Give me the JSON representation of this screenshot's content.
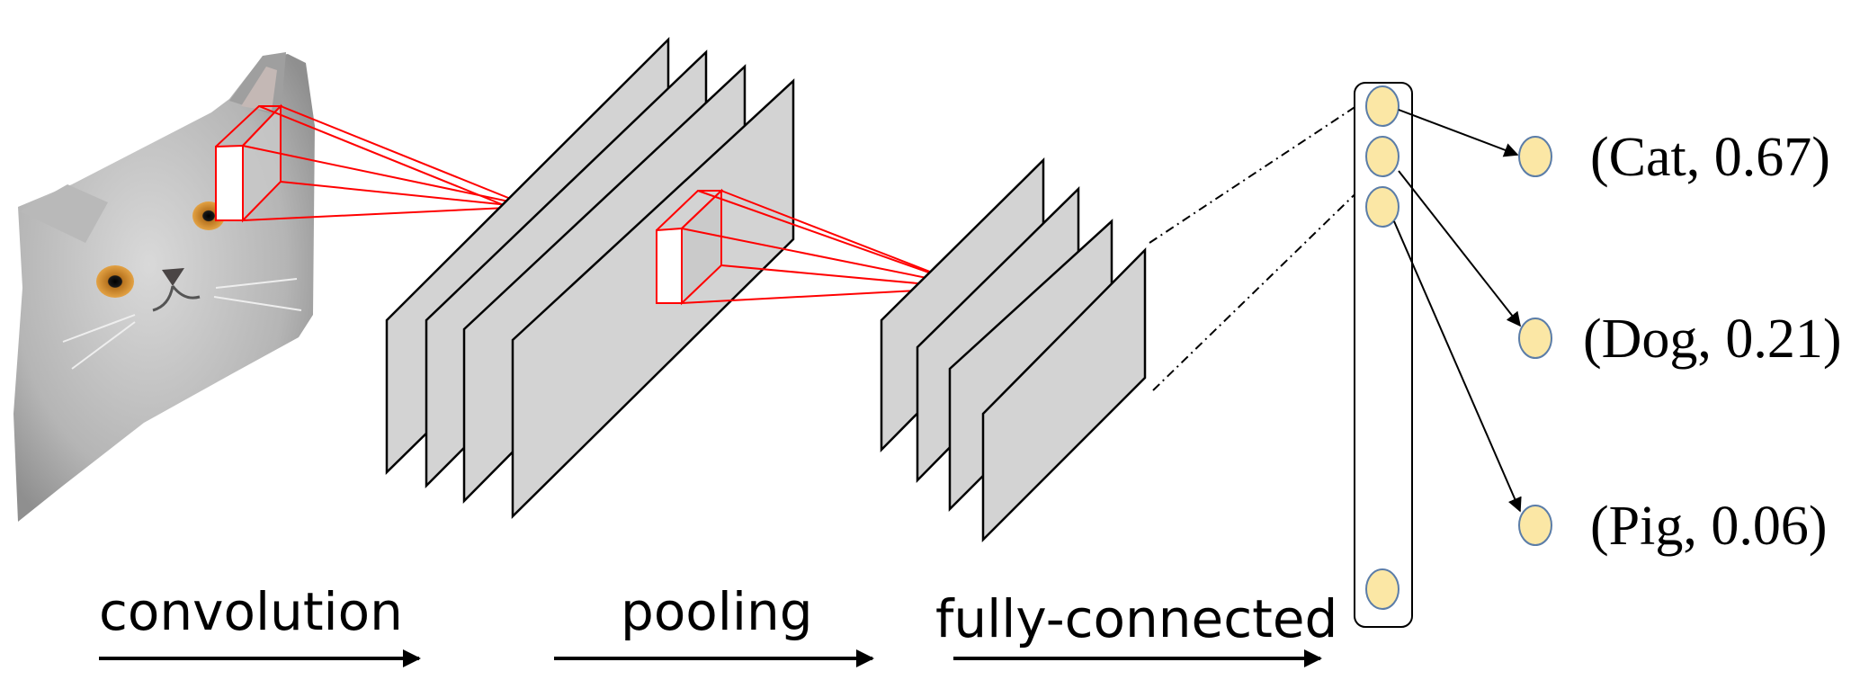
{
  "stages": [
    {
      "label": "convolution"
    },
    {
      "label": "pooling"
    },
    {
      "label": "fully-connected"
    }
  ],
  "outputs": [
    {
      "label": "(Cat, 0.67)"
    },
    {
      "label": "(Dog, 0.21)"
    },
    {
      "label": "(Pig, 0.06)"
    }
  ],
  "colors": {
    "feature_map_fill": "#d3d3d3",
    "receptive_field": "#ff0000",
    "neuron_fill": "#fbe7a5",
    "neuron_stroke": "#5b7da8",
    "cat_fur": "#b9b9b9",
    "cat_eye": "#c8892e"
  }
}
